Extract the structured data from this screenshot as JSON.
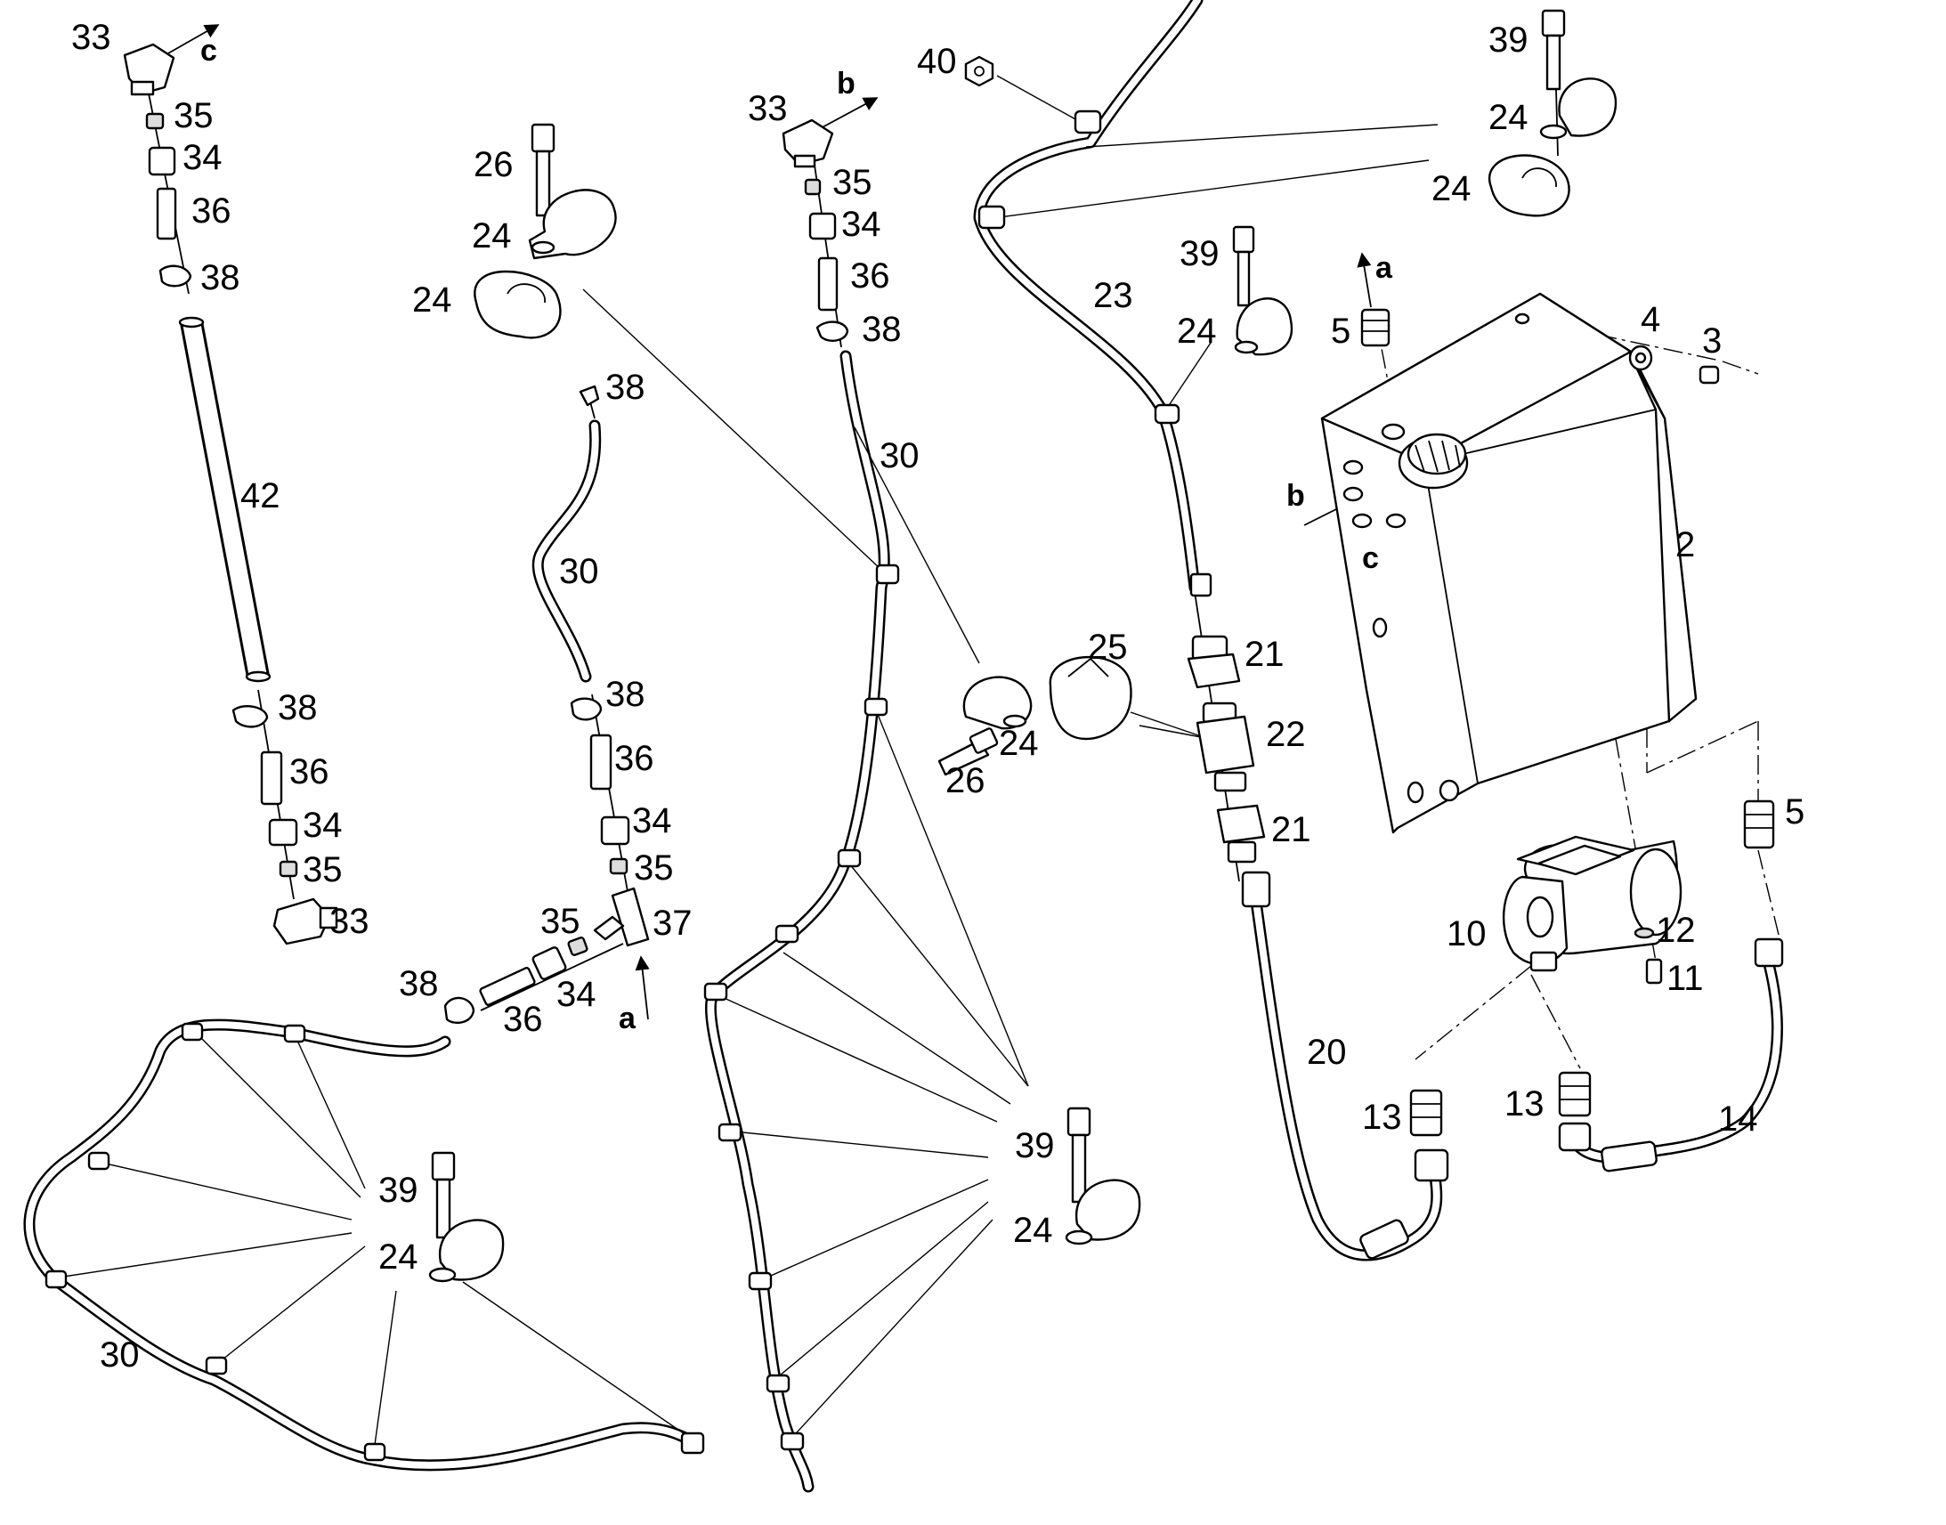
{
  "callouts": [
    {
      "id": "c-33-tl",
      "text": "33"
    },
    {
      "id": "c-35-tl",
      "text": "35"
    },
    {
      "id": "c-34-tl",
      "text": "34"
    },
    {
      "id": "c-36-tl",
      "text": "36"
    },
    {
      "id": "c-38-tl",
      "text": "38"
    },
    {
      "id": "c-42",
      "text": "42"
    },
    {
      "id": "c-38-l2",
      "text": "38"
    },
    {
      "id": "c-36-l2",
      "text": "36"
    },
    {
      "id": "c-34-l2",
      "text": "34"
    },
    {
      "id": "c-35-l2",
      "text": "35"
    },
    {
      "id": "c-33-l2",
      "text": "33"
    },
    {
      "id": "c-26-a",
      "text": "26"
    },
    {
      "id": "c-24-a",
      "text": "24"
    },
    {
      "id": "c-24-b",
      "text": "24"
    },
    {
      "id": "c-38-m1",
      "text": "38"
    },
    {
      "id": "c-30-m1",
      "text": "30"
    },
    {
      "id": "c-38-m2",
      "text": "38"
    },
    {
      "id": "c-36-m2",
      "text": "36"
    },
    {
      "id": "c-34-m2",
      "text": "34"
    },
    {
      "id": "c-35-m2",
      "text": "35"
    },
    {
      "id": "c-35-m3",
      "text": "35"
    },
    {
      "id": "c-37",
      "text": "37"
    },
    {
      "id": "c-38-m3",
      "text": "38"
    },
    {
      "id": "c-36-m3",
      "text": "36"
    },
    {
      "id": "c-34-m3",
      "text": "34"
    },
    {
      "id": "c-33-c",
      "text": "33"
    },
    {
      "id": "c-35-c",
      "text": "35"
    },
    {
      "id": "c-34-c",
      "text": "34"
    },
    {
      "id": "c-36-c",
      "text": "36"
    },
    {
      "id": "c-38-c",
      "text": "38"
    },
    {
      "id": "c-30-c",
      "text": "30"
    },
    {
      "id": "c-40",
      "text": "40"
    },
    {
      "id": "c-23",
      "text": "23"
    },
    {
      "id": "c-39-mid",
      "text": "39"
    },
    {
      "id": "c-24-mid",
      "text": "24"
    },
    {
      "id": "c-39-tr",
      "text": "39"
    },
    {
      "id": "c-24-tr1",
      "text": "24"
    },
    {
      "id": "c-24-tr2",
      "text": "24"
    },
    {
      "id": "c-5-a",
      "text": "5"
    },
    {
      "id": "c-4",
      "text": "4"
    },
    {
      "id": "c-3",
      "text": "3"
    },
    {
      "id": "c-2",
      "text": "2"
    },
    {
      "id": "c-25",
      "text": "25"
    },
    {
      "id": "c-24-cm",
      "text": "24"
    },
    {
      "id": "c-26-cm",
      "text": "26"
    },
    {
      "id": "c-21-a",
      "text": "21"
    },
    {
      "id": "c-22",
      "text": "22"
    },
    {
      "id": "c-21-b",
      "text": "21"
    },
    {
      "id": "c-20",
      "text": "20"
    },
    {
      "id": "c-10",
      "text": "10"
    },
    {
      "id": "c-12",
      "text": "12"
    },
    {
      "id": "c-11",
      "text": "11"
    },
    {
      "id": "c-5-b",
      "text": "5"
    },
    {
      "id": "c-13-a",
      "text": "13"
    },
    {
      "id": "c-13-b",
      "text": "13"
    },
    {
      "id": "c-14",
      "text": "14"
    },
    {
      "id": "c-39-bm",
      "text": "39"
    },
    {
      "id": "c-24-bm",
      "text": "24"
    },
    {
      "id": "c-39-bl",
      "text": "39"
    },
    {
      "id": "c-24-bl",
      "text": "24"
    },
    {
      "id": "c-30-bl",
      "text": "30"
    }
  ],
  "letters": [
    {
      "id": "l-c-top",
      "text": "c"
    },
    {
      "id": "l-b-top",
      "text": "b"
    },
    {
      "id": "l-a-bottom",
      "text": "a"
    },
    {
      "id": "l-a-tank",
      "text": "a"
    },
    {
      "id": "l-b-tank",
      "text": "b"
    },
    {
      "id": "l-c-tank",
      "text": "c"
    }
  ]
}
